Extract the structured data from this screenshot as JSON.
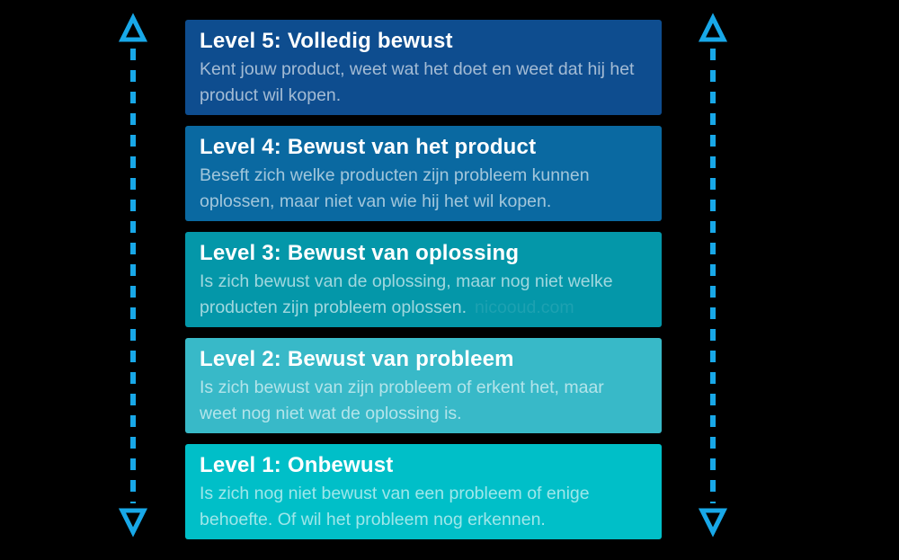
{
  "diagram": {
    "name": "customer-awareness-levels",
    "levels": [
      {
        "title": "Level 5: Volledig bewust",
        "body": "Kent jouw product, weet wat het doet en weet dat hij het product wil kopen.",
        "color": "#0e4d8f"
      },
      {
        "title": "Level 4: Bewust van het product",
        "body": "Beseft zich welke producten zijn probleem kunnen oplossen, maar niet van wie hij het wil kopen.",
        "color": "#0a69a1"
      },
      {
        "title": "Level 3: Bewust van oplossing",
        "body": "Is zich bewust van de oplossing, maar nog niet welke producten zijn probleem oplossen.",
        "watermark": "nicooud.com",
        "color": "#0497a9"
      },
      {
        "title": "Level 2: Bewust van probleem",
        "body": "Is zich bewust van zijn probleem of erkent het, maar weet nog niet wat de oplossing is.",
        "color": "#38b9c8"
      },
      {
        "title": "Level 1: Onbewust",
        "body": "Is zich nog niet bewust van een probleem of enige behoefte. Of wil het probleem nog erkennen.",
        "color": "#00bfc8"
      }
    ],
    "colors": {
      "background": "#000000",
      "arrow": "#18a8e8",
      "title_text": "#ffffff",
      "body_text": "rgba(255,255,255,0.62)"
    }
  }
}
